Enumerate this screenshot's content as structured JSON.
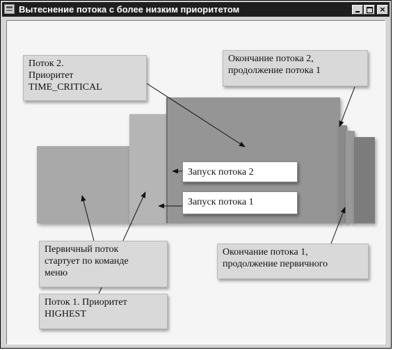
{
  "window": {
    "title": "Вытеснение потока с более низким приоритетом",
    "controls": {
      "minimize": "minimize",
      "maximize": "maximize",
      "close": "×"
    }
  },
  "labels": {
    "thread2": [
      "Поток 2.",
      "Приоритет",
      "TIME_CRITICAL"
    ],
    "end_thread2": [
      "Окончание потока 2,",
      "продолжение потока 1"
    ],
    "start_thread2": [
      "Запуск потока 2"
    ],
    "start_thread1": [
      "Запуск потока 1"
    ],
    "primary": [
      "Первичный поток",
      "стартует по команде",
      "меню"
    ],
    "end_thread1": [
      "Окончание потока 1,",
      "продолжение первичного"
    ],
    "thread1": [
      "Поток 1. Приоритет",
      "HIGHEST"
    ]
  },
  "colors": {
    "titlebar": "#1e1e1e",
    "arrow": "#111111"
  }
}
